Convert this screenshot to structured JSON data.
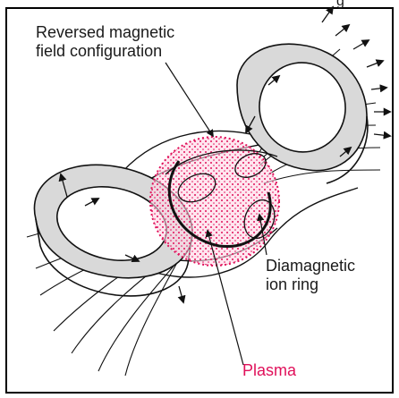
{
  "labels": {
    "top_right_fragment": "g",
    "reversed_line1": "Reversed magnetic",
    "reversed_line2": "field configuration",
    "diamagnetic_line1": "Diamagnetic",
    "diamagnetic_line2": "ion ring",
    "plasma": "Plasma"
  },
  "colors": {
    "plasma": "#e0105a",
    "coil_fill": "#d9d9d9",
    "line": "#111111"
  }
}
